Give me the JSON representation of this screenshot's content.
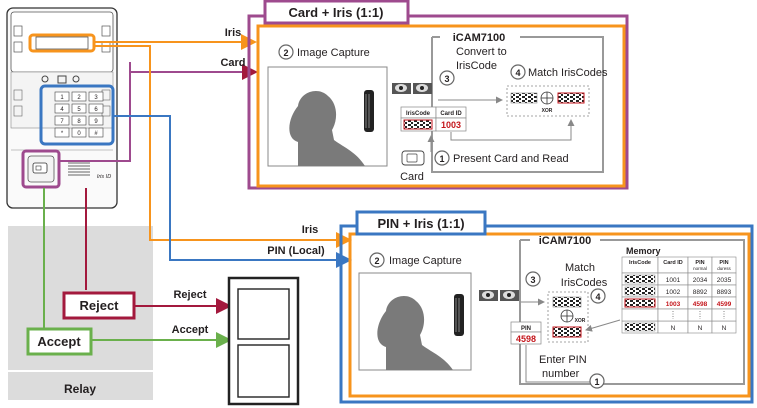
{
  "device": {
    "brand": "Iris ID",
    "keypad": [
      "1",
      "2",
      "3",
      "4",
      "5",
      "6",
      "7",
      "8",
      "9",
      "*",
      "0",
      "#"
    ]
  },
  "arrows": {
    "iris": "Iris",
    "card": "Card",
    "iris2": "Iris",
    "pin_local": "PIN (Local)",
    "reject": "Reject",
    "accept": "Accept"
  },
  "relay": {
    "label": "Relay",
    "reject": "Reject",
    "accept": "Accept"
  },
  "card_iris": {
    "title": "Card + Iris (1:1)",
    "icam": "iCAM7100",
    "step1": "Present Card and Read",
    "step2": "Image Capture",
    "step3a": "Convert to",
    "step3b": "IrisCode",
    "step4": "Match IrisCodes",
    "xor": "XOR",
    "iriscode_header": "IrisCode",
    "cardid_header": "Card ID",
    "card_id": "1003",
    "card_label": "Card",
    "n1": "1",
    "n2": "2",
    "n3": "3",
    "n4": "4"
  },
  "pin_iris": {
    "title": "PIN + Iris (1:1)",
    "icam": "iCAM7100",
    "step2": "Image Capture",
    "step4a": "Match",
    "step4b": "IrisCodes",
    "xor": "XOR",
    "pin_label": "PIN",
    "pin_value": "4598",
    "enter_pin_a": "Enter PIN",
    "enter_pin_b": "number",
    "n1": "1",
    "n2": "2",
    "n3": "3",
    "n4": "4",
    "memory": {
      "title": "Memory",
      "headers": [
        "IrisCode",
        "Card ID",
        "PIN",
        "PIN"
      ],
      "subheaders": [
        "",
        "",
        "normal",
        "duress"
      ],
      "rows": [
        {
          "card": "1001",
          "pin": "2034",
          "duress": "2035"
        },
        {
          "card": "1002",
          "pin": "8892",
          "duress": "8893"
        },
        {
          "card": "1003",
          "pin": "4598",
          "duress": "4599"
        },
        {
          "card": "N",
          "pin": "N",
          "duress": "N"
        }
      ]
    }
  },
  "colors": {
    "orange": "#f7941d",
    "purple": "#9e4a8e",
    "blue": "#3a77c2",
    "green": "#6ab04c",
    "red": "#a3193d",
    "gray": "#999999",
    "relay_bg": "#dcdcdc"
  }
}
